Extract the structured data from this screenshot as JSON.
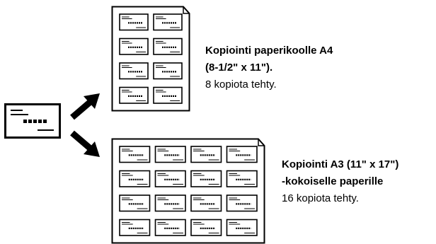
{
  "diagram": {
    "source": {
      "icon": "business-card-icon"
    },
    "outputs": [
      {
        "icon": "a4-sheet-with-card-copies-icon",
        "copies": 8,
        "grid": {
          "columns": 2,
          "rows": 4
        },
        "title_line1": "Kopiointi paperikoolle A4",
        "title_line2": "(8-1/2\" x 11\").",
        "note": "8 kopiota tehty."
      },
      {
        "icon": "a3-sheet-with-card-copies-icon",
        "copies": 16,
        "grid": {
          "columns": 4,
          "rows": 4
        },
        "title_line1": "Kopiointi A3 (11\" x 17\")",
        "title_line2": "-kokoiselle paperille",
        "note": "16 kopiota tehty."
      }
    ],
    "arrows": [
      "arrow-up-right-icon",
      "arrow-down-right-icon"
    ]
  }
}
